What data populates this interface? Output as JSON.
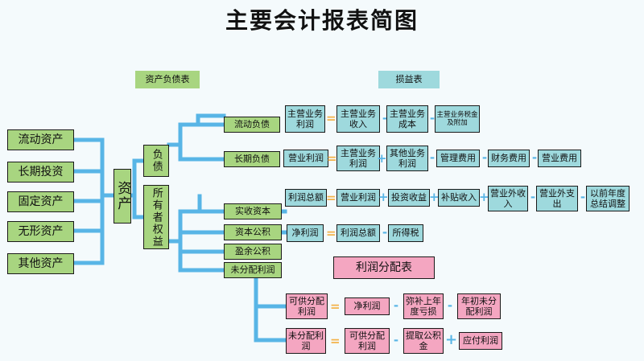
{
  "title": "主要会计报表简图",
  "headers": {
    "balance_sheet": "资产负债表",
    "income_statement": "损益表",
    "profit_distribution": "利润分配表"
  },
  "assets": {
    "root": "资产",
    "items": [
      "流动资产",
      "长期投资",
      "固定资产",
      "无形资产",
      "其他资产"
    ]
  },
  "liabilities": {
    "root": "负债",
    "items": [
      "流动负债",
      "长期负债"
    ]
  },
  "equity": {
    "root": "所有者权益",
    "items": [
      "实收资本",
      "资本公积",
      "盈余公积",
      "未分配利润"
    ]
  },
  "income": {
    "row1": [
      "主营业务利润",
      "主营业务收入",
      "主营业务成本",
      "主营业务税金及附加"
    ],
    "row2": [
      "营业利润",
      "主营业务利润",
      "其他业务利润",
      "管理费用",
      "财务费用",
      "营业费用"
    ],
    "row3": [
      "利润总额",
      "营业利润",
      "投资收益",
      "补贴收入",
      "营业外收入",
      "营业外支出",
      "以前年度总结调整"
    ],
    "row4": [
      "净利润",
      "利润总额",
      "所得税"
    ]
  },
  "distribution": {
    "row1": [
      "可供分配利润",
      "净利润",
      "弥补上年度亏损",
      "年初未分配利润"
    ],
    "row2": [
      "未分配利润",
      "可供分配利润",
      "提取公积金",
      "应付利润"
    ]
  },
  "colors": {
    "asset_green": "#a8d580",
    "income_teal": "#9ed9dd",
    "distribution_pink": "#f4a6c1",
    "connector_blue": "#58b5e6",
    "equals_orange": "#f3b34a"
  }
}
